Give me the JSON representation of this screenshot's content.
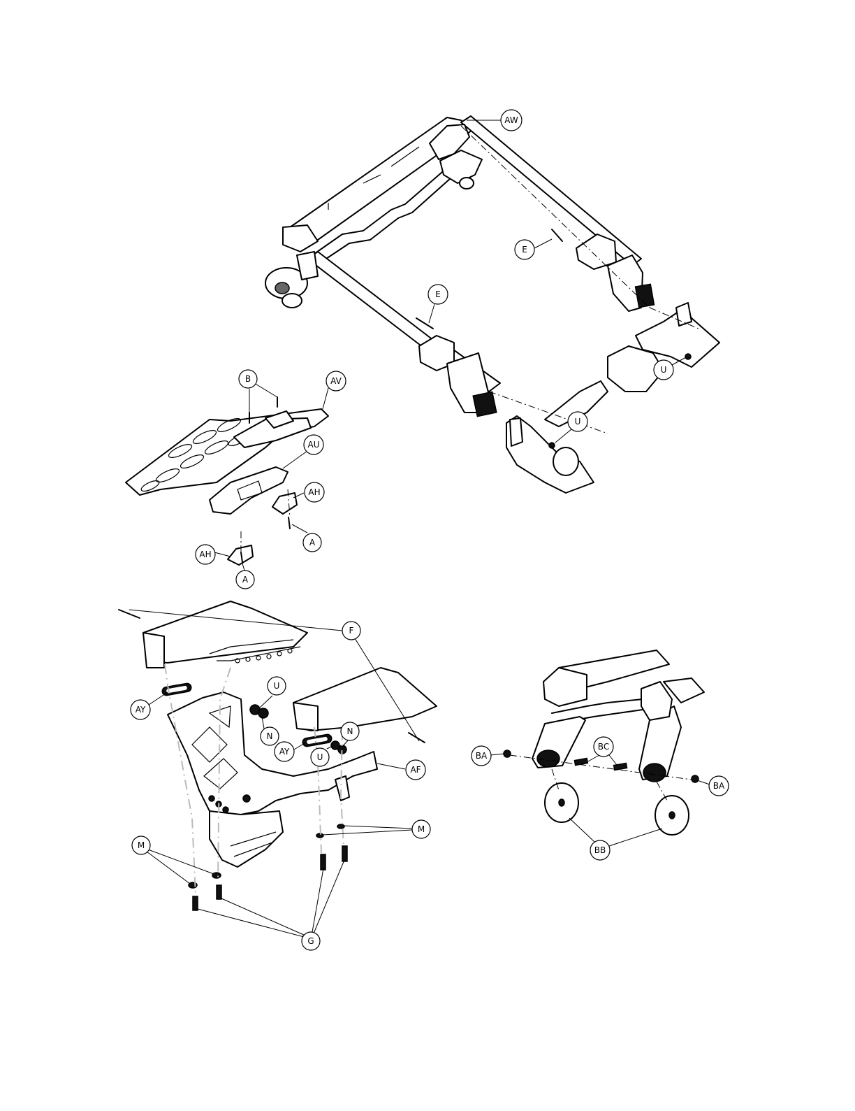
{
  "callouts": {
    "AW": "AW",
    "E": "E",
    "U": "U",
    "B": "B",
    "AV": "AV",
    "AU": "AU",
    "AH": "AH",
    "A": "A",
    "F": "F",
    "AY": "AY",
    "N": "N",
    "AF": "AF",
    "M": "M",
    "G": "G",
    "BA": "BA",
    "BC": "BC",
    "BB": "BB"
  }
}
